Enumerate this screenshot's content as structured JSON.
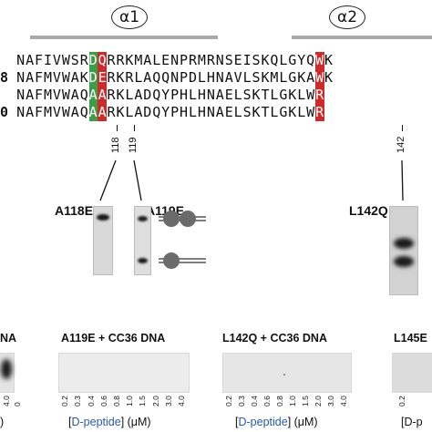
{
  "helices": [
    {
      "symbol": "α1"
    },
    {
      "symbol": "α2"
    }
  ],
  "sequences": [
    {
      "num": "",
      "seq": "NAFIVWSRDQRRKMALENPRMRNSEISKQLGYQWK"
    },
    {
      "num": "8",
      "seq": "NAFMVWAKDERKRLAQQNPDLHNAVLSKMLGKAWK"
    },
    {
      "num": "",
      "seq": "NAFMVWAQAARKLADQYPHLHNAELSKTLGKLWR"
    },
    {
      "num": "0",
      "seq": "NAFMVWAQAARKLADQYPHLHNAELSKTLGKLWR"
    }
  ],
  "positions": [
    "118",
    "119",
    "142"
  ],
  "mutants": {
    "a118e": "A118E",
    "a119e": "A119E",
    "l142q": "L142Q"
  },
  "panels": [
    {
      "title": "NA",
      "concs": [
        "4.0",
        "0"
      ]
    },
    {
      "title": "A119E + CC36 DNA",
      "concs": [
        "0.2",
        "0.3",
        "0.4",
        "0.6",
        "0.8",
        "1.0",
        "1.5",
        "2.0",
        "3.0",
        "4.0"
      ]
    },
    {
      "title": "L142Q + CC36 DNA",
      "concs": [
        "0.2",
        "0.3",
        "0.4",
        "0.6",
        "0.8",
        "1.0",
        "1.5",
        "2.0",
        "3.0",
        "4.0"
      ]
    },
    {
      "title": "L145E",
      "concs": [
        "0.2"
      ]
    }
  ],
  "axis": {
    "left_fragment": ")",
    "bracket_open": "[",
    "label": "D-peptide",
    "bracket_close": "]",
    "unit": " (μM)",
    "right_label": "[D-p"
  }
}
